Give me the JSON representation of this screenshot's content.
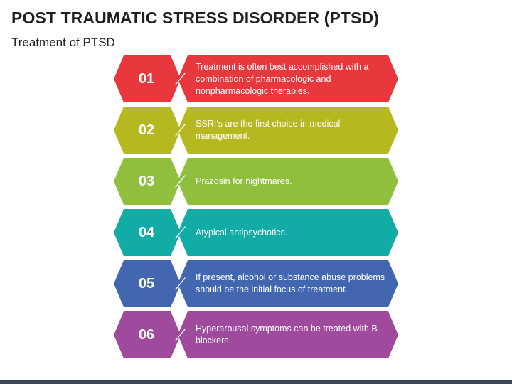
{
  "header": {
    "title": "POST TRAUMATIC STRESS DISORDER (PTSD)",
    "subtitle": "Treatment of PTSD"
  },
  "steps": [
    {
      "number": "01",
      "text": "Treatment is often best accomplished with a combination of pharmacologic and nonpharmacologic therapies.",
      "color": "#e8383d"
    },
    {
      "number": "02",
      "text": "SSRI’s are the first choice in medical management.",
      "color": "#b5b81e"
    },
    {
      "number": "03",
      "text": "Prazosin for nightmares.",
      "color": "#8fbf3c"
    },
    {
      "number": "04",
      "text": "Atypical antipsychotics.",
      "color": "#13aba6"
    },
    {
      "number": "05",
      "text": "If present, alcohol or substance abuse problems should be the initial focus of treatment.",
      "color": "#4266b0"
    },
    {
      "number": "06",
      "text": "Hyperarousal symptoms can be treated with B-blockers.",
      "color": "#a04a9e"
    }
  ]
}
